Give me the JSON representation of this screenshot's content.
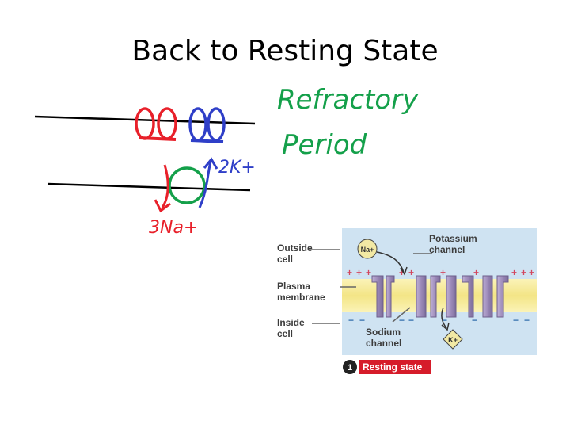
{
  "slide": {
    "title": "Back to Resting State"
  },
  "annotations": {
    "line1": "Refractory",
    "line2": "Period",
    "potassium_ions": "2K+",
    "sodium_ions": "3Na+"
  },
  "figure": {
    "labels": {
      "outside_cell": "Outside cell",
      "plasma_membrane": "Plasma membrane",
      "inside_cell": "Inside cell",
      "potassium_channel": "Potassium channel",
      "sodium_channel": "Sodium channel"
    },
    "ions": {
      "sodium": "Na+",
      "potassium": "K+"
    },
    "charges": {
      "positive": "+",
      "negative": "−"
    },
    "caption": {
      "number": "1",
      "text": "Resting state"
    },
    "colors": {
      "fluid": "#cfe3f2",
      "membrane": "#f6ec9a",
      "channel": "#9c8ab9",
      "plus": "#d2485f",
      "minus": "#3a73b0",
      "caption": "#d61c2a",
      "ion_fill": "#f2e9a4"
    }
  }
}
